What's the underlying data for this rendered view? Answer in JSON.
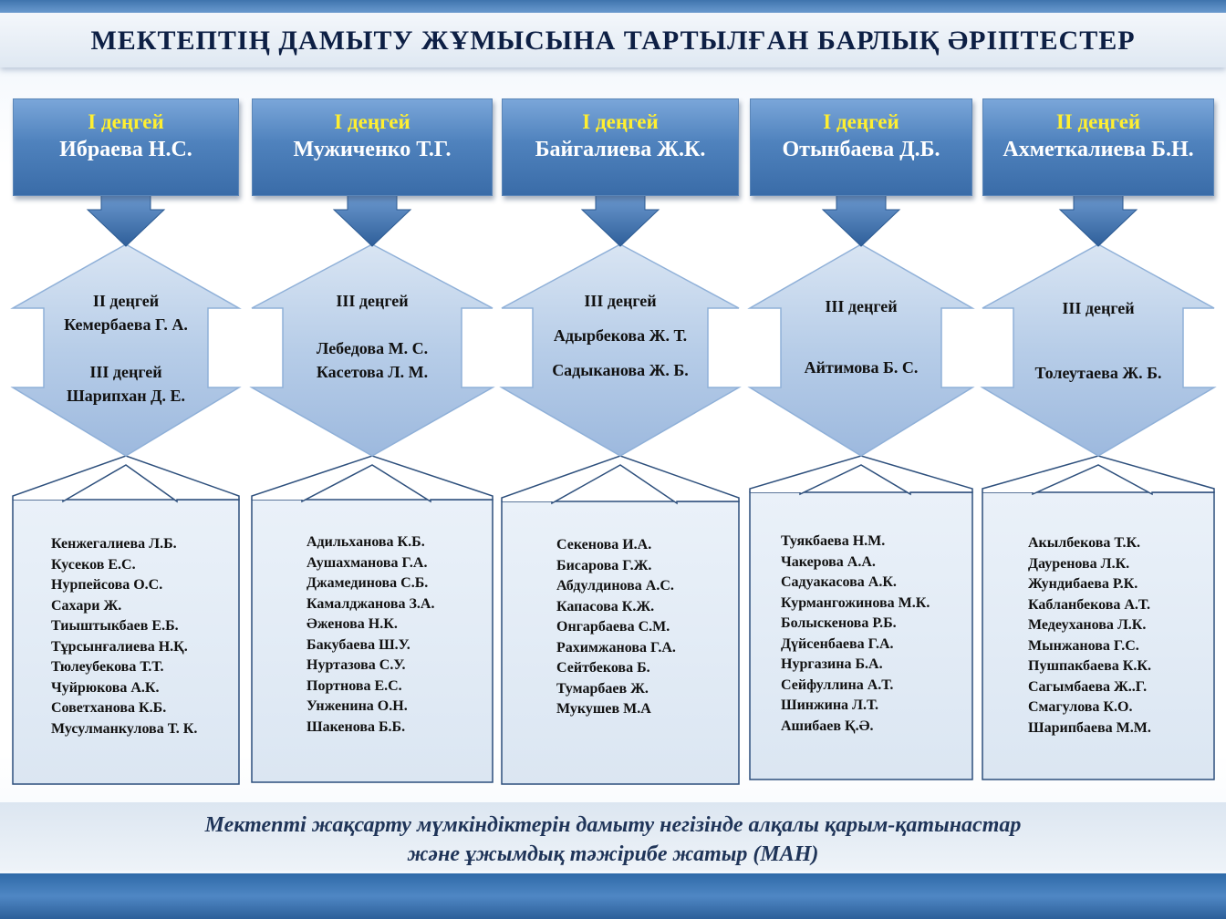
{
  "title": "МЕКТЕПТІҢ  ДАМЫТУ ЖҰМЫСЫНА ТАРТЫЛҒАН БАРЛЫҚ ӘРІПТЕСТЕР",
  "columns": [
    {
      "head_level": "І деңгей",
      "head_name": "Ибраева Н.С.",
      "mid": [
        {
          "text": "ІІ деңгей",
          "red": true
        },
        {
          "text": "Кемербаева Г. А.",
          "red": false
        },
        {
          "text": "ІІІ  деңгей",
          "red": true
        },
        {
          "text": "Шарипхан  Д.  Е.",
          "red": false
        }
      ],
      "list": [
        "Кенжегалиева Л.Б.",
        "Кусеков Е.С.",
        "Нурпейсова О.С.",
        "Сахари Ж.",
        "Тиыштыкбаев Е.Б.",
        "Тұрсынғалиева  Н.Қ.",
        "Тюлеубекова Т.Т.",
        "Чуйрюкова А.К.",
        "Советханова К.Б.",
        "Мусулманкулова Т. К."
      ]
    },
    {
      "head_level": "І деңгей",
      "head_name": "Мужиченко Т.Г.",
      "mid": [
        {
          "text": "ІІІ  деңгей",
          "red": true
        },
        {
          "text": "Лебедова М.  С.",
          "red": false
        },
        {
          "text": "Касетова  Л.  М.",
          "red": false
        }
      ],
      "list": [
        "Адильханова К.Б.",
        "Аушахманова Г.А.",
        "Джамединова С.Б.",
        "Камалджанова З.А.",
        "Әженова Н.К.",
        "Бакубаева Ш.У.",
        "Нуртазова С.У.",
        "Портнова Е.С.",
        "Унженина О.Н.",
        "Шакенова Б.Б."
      ]
    },
    {
      "head_level": "І деңгей",
      "head_name": "Байгалиева Ж.К.",
      "mid": [
        {
          "text": "ІІІ  деңгей",
          "red": true
        },
        {
          "text": "Адырбекова  Ж.  Т.",
          "red": false
        },
        {
          "text": "Садыканова  Ж.  Б.",
          "red": false
        }
      ],
      "list": [
        "Секенова И.А.",
        "Бисарова Г.Ж.",
        "Абдулдинова А.С.",
        "Капасова К.Ж.",
        "Онгарбаева С.М.",
        "Рахимжанова Г.А.",
        "Сейтбекова Б.",
        "Тумарбаев Ж.",
        "Мукушев М.А"
      ]
    },
    {
      "head_level": "І деңгей",
      "head_name": "Отынбаева Д.Б.",
      "mid": [
        {
          "text": "ІІІ  деңгей",
          "red": true
        },
        {
          "text": "Айтимова  Б.  С.",
          "red": false
        }
      ],
      "list": [
        "Туякбаева Н.М.",
        "Чакерова А.А.",
        "Садуакасова А.К.",
        "Курмангожинова М.К.",
        "Болыскенова Р.Б.",
        "Дүйсенбаева Г.А.",
        "Нургазина Б.А.",
        "Сейфуллина А.Т.",
        "Шинжина Л.Т.",
        "Ашибаев Қ.Ә."
      ]
    },
    {
      "head_level": "ІІ деңгей",
      "head_name": "Ахметкалиева Б.Н.",
      "mid": [
        {
          "text": "ІІІ  деңгей",
          "red": true
        },
        {
          "text": "Толеутаева  Ж.  Б.",
          "red": false
        }
      ],
      "list": [
        "Акылбекова Т.К.",
        "Дауренова Л.К.",
        "Жундибаева Р.К.",
        "Кабланбекова А.Т.",
        "Медеуханова Л.К.",
        "Мынжанова Г.С.",
        "Пушпакбаева К.К.",
        "Сагымбаева Ж..Г.",
        "Смагулова К.О.",
        "Шарипбаева М.М."
      ]
    }
  ],
  "footer": {
    "line1": "Мектепті жақсарту мүмкіндіктерін дамыту негізінде алқалы қарым-қатынастар",
    "line2": "және ұжымдық тәжірибе жатыр (МАН)"
  },
  "colors": {
    "head_level": "#ffef30",
    "mid_level": "#c00000",
    "title": "#0d1f44"
  }
}
